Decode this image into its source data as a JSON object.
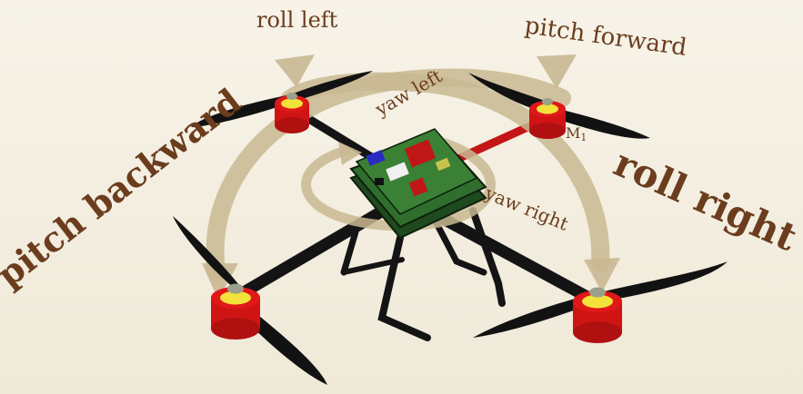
{
  "labels": {
    "roll_left": "roll left",
    "pitch_forward": "pitch forward",
    "pitch_backward": "pitch backward",
    "roll_right": "roll right",
    "yaw_left": "yaw left",
    "yaw_right": "yaw right",
    "motor_m1": "M"
  },
  "motor_m1_subscript": "1",
  "colors": {
    "background": "#f6f2e6",
    "label_text": "#6b3d1e",
    "arrow": "#c9b892",
    "motor_body": "#e01818",
    "motor_cap": "#f2e23a",
    "frame": "#141414",
    "board": "#2f6e2c"
  }
}
